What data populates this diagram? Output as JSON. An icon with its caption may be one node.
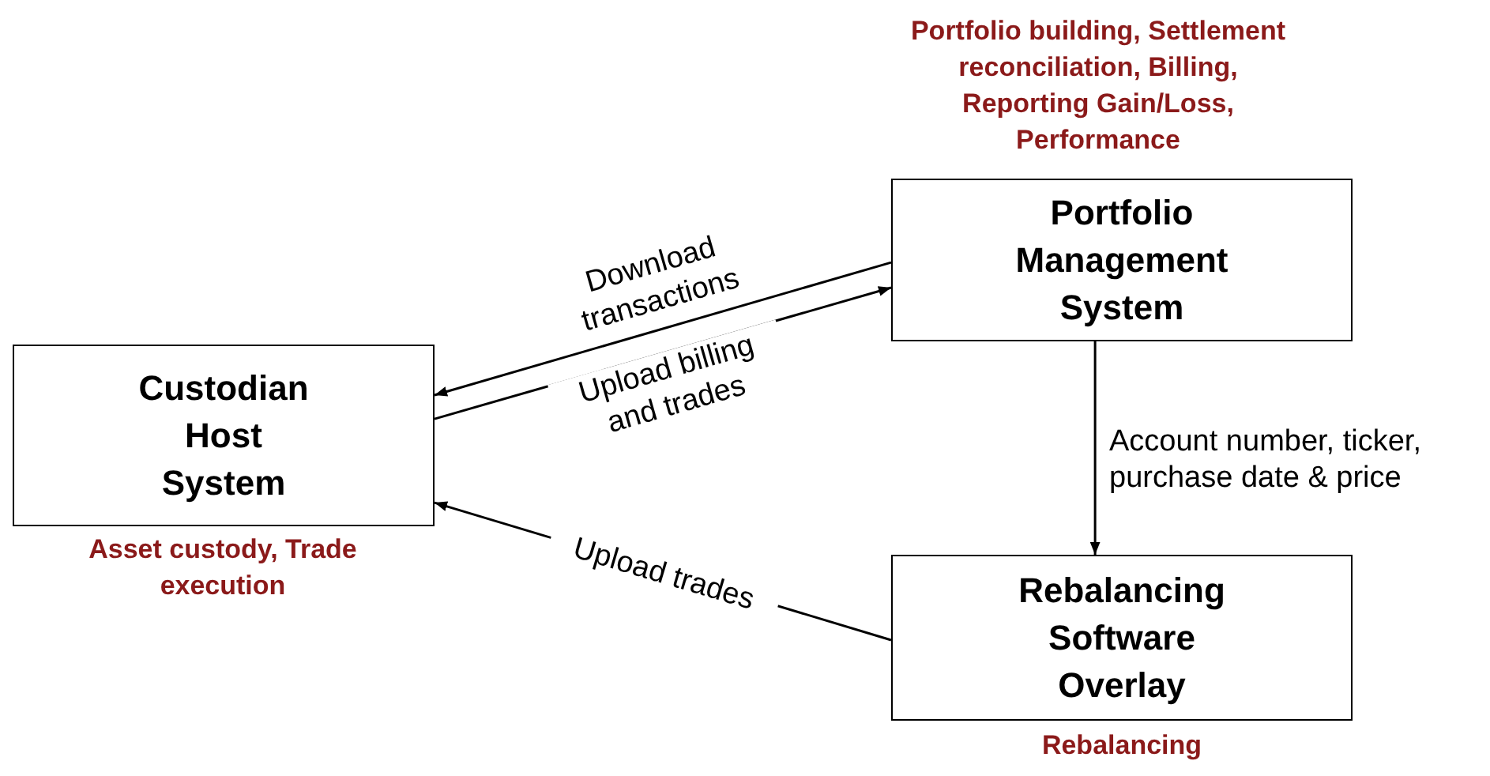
{
  "diagram": {
    "nodes": [
      {
        "text": [
          "Custodian Host System"
        ],
        "beside": [
          "Asset custody, Trade execution"
        ]
      },
      {
        "text": [
          "Portfolio Management System"
        ],
        "beside": [
          "Portfolio building, Settlement reconciliation, Billing, Reporting Gain/Loss, Performance"
        ]
      },
      {
        "text": [
          "Rebalancing Software Overlay"
        ],
        "beside": [
          "Rebalancing"
        ]
      }
    ],
    "edges": [
      {
        "from": 1,
        "to": 0,
        "arrow": "to",
        "label": "Download transactions"
      },
      {
        "from": 0,
        "to": 1,
        "arrow": "to",
        "label": "Upload billing and trades"
      },
      {
        "from": 1,
        "to": 2,
        "arrow": "to",
        "label": "Account number, ticker, purchase date & price"
      },
      {
        "from": 2,
        "to": 0,
        "arrow": "to",
        "label": "Upload trades"
      }
    ]
  }
}
